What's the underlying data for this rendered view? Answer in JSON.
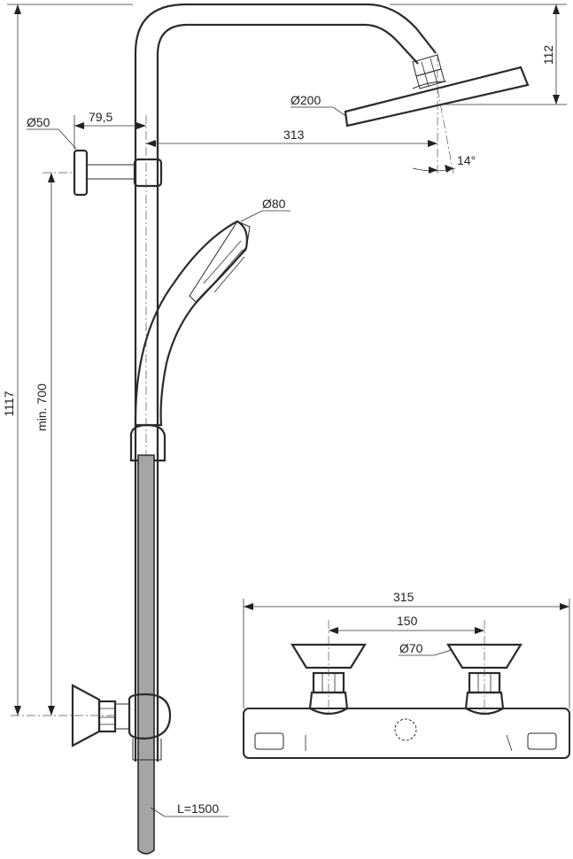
{
  "dimensions": {
    "head_diameter": "Ø200",
    "overhead_height": "112",
    "wall_distance": "79,5",
    "flange_diameter": "Ø50",
    "arm_projection": "313",
    "tilt_angle": "14°",
    "handshower_diameter": "Ø80",
    "total_height": "1117",
    "min_height": "min. 700",
    "hose_length": "L=1500",
    "mixer_width": "315",
    "mixer_centers": "150",
    "eccentric_diameter": "Ø70"
  }
}
